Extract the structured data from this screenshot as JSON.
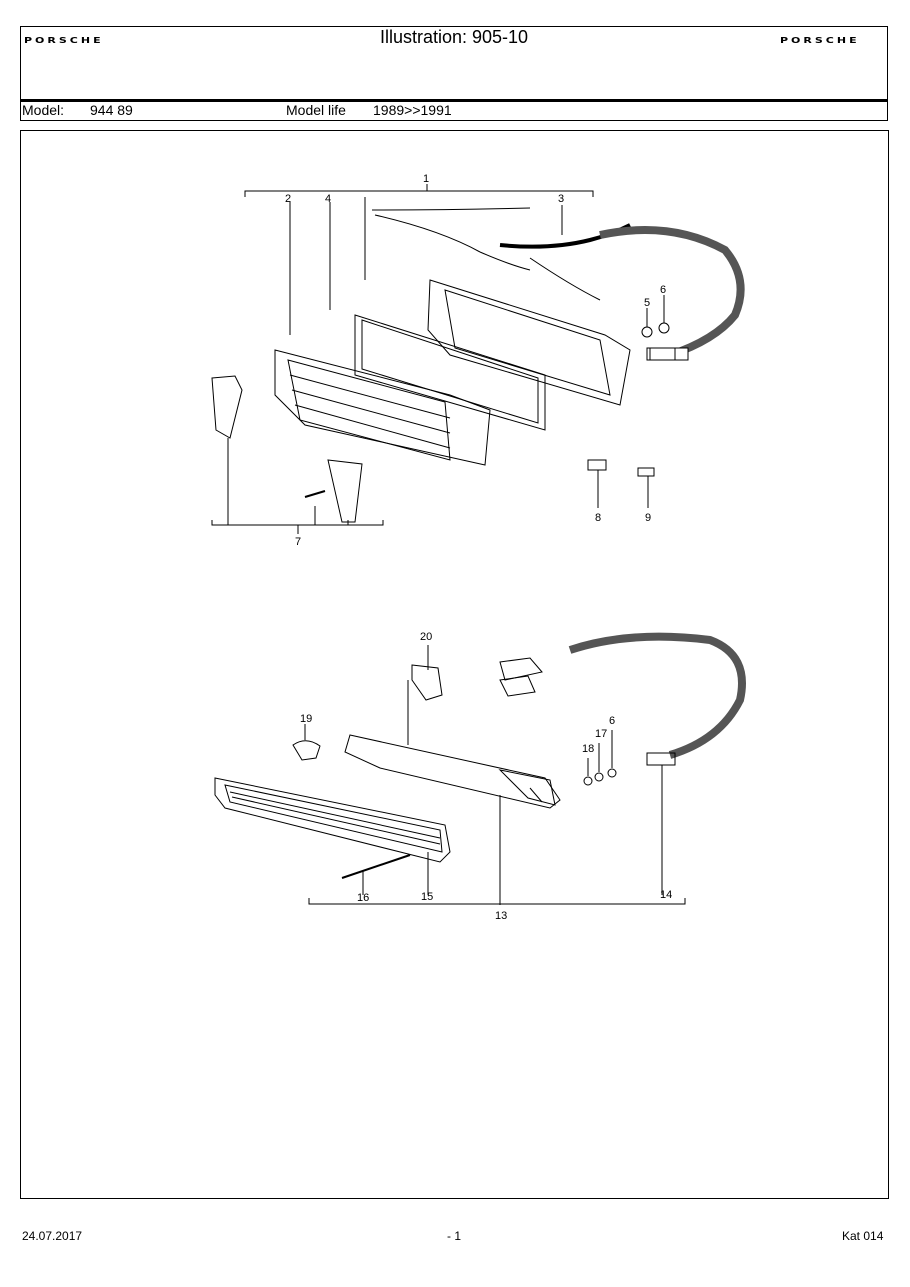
{
  "header": {
    "brand_left": "PORSCHE",
    "brand_right": "PORSCHE",
    "title": "Illustration: 905-10"
  },
  "model_row": {
    "model_label": "Model:",
    "model_value": "944 89",
    "life_label": "Model life",
    "life_value": "1989>>1991"
  },
  "callouts": {
    "c1": "1",
    "c2": "2",
    "c3": "3",
    "c4": "4",
    "c5": "5",
    "c6a": "6",
    "c7": "7",
    "c8": "8",
    "c9": "9",
    "c13": "13",
    "c14": "14",
    "c15": "15",
    "c16": "16",
    "c17": "17",
    "c18": "18",
    "c19": "19",
    "c20": "20",
    "c6b": "6"
  },
  "footer": {
    "date": "24.07.2017",
    "page": "- 1",
    "catalog": "Kat 014"
  }
}
